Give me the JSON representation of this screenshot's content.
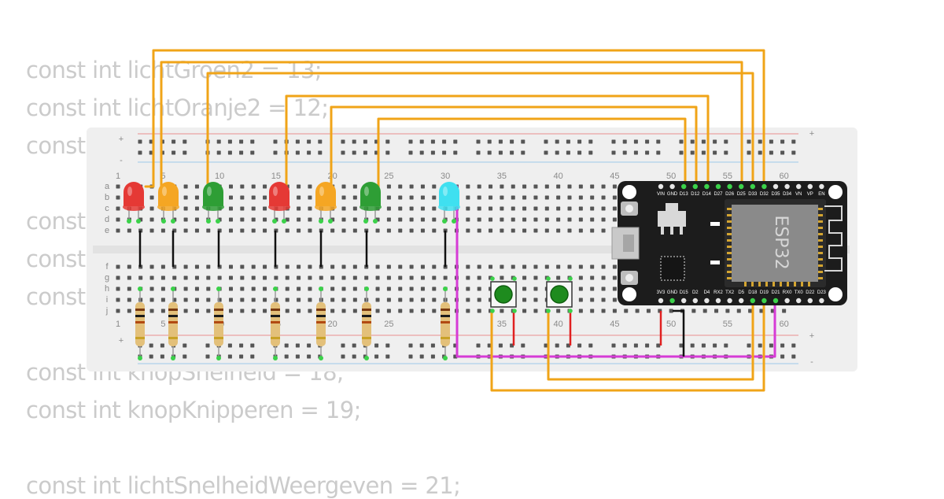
{
  "code_lines": [
    "const int lichtGroen2 = 13;",
    "const int lichtOranje2 = 12;",
    "const",
    "",
    "const",
    "const",
    "const",
    "",
    "const int knopSnelheid = 18;",
    "const int knopKnipperen = 19;",
    "",
    "const int lichtSnelheidWeergeven = 21;"
  ],
  "breadboard": {
    "plus_label": "+",
    "minus_label": "-",
    "row_labels": [
      "a",
      "b",
      "c",
      "d",
      "e",
      "f",
      "g",
      "h",
      "i",
      "j"
    ],
    "column_numbers": [
      "1",
      "5",
      "10",
      "15",
      "20",
      "25",
      "30",
      "35",
      "40",
      "45",
      "50",
      "55",
      "60"
    ]
  },
  "components": {
    "leds": [
      {
        "name": "red",
        "color": "#e53935"
      },
      {
        "name": "orange",
        "color": "#f5a623"
      },
      {
        "name": "green",
        "color": "#2e9e35"
      },
      {
        "name": "red",
        "color": "#e53935"
      },
      {
        "name": "orange",
        "color": "#f5a623"
      },
      {
        "name": "green",
        "color": "#2e9e35"
      },
      {
        "name": "cyan",
        "color": "#3fe0f0"
      }
    ],
    "buttons": [
      "button-1",
      "button-2"
    ],
    "esp32": {
      "chip_label": "ESP32",
      "top_pins": [
        "VIN",
        "GND",
        "D13",
        "D12",
        "D14",
        "D27",
        "D26",
        "D25",
        "D33",
        "D32",
        "D35",
        "D34",
        "VN",
        "VP",
        "EN"
      ],
      "bottom_pins": [
        "3V3",
        "GND",
        "D15",
        "D2",
        "D4",
        "RX2",
        "TX2",
        "D5",
        "D18",
        "D19",
        "D21",
        "RX0",
        "TX0",
        "D22",
        "D23"
      ]
    }
  },
  "colors": {
    "wire_orange": "#f0a418",
    "wire_magenta": "#d63bd6",
    "wire_black": "#111111",
    "wire_red": "#e02020",
    "breadboard": "#efefef",
    "esp_board": "#1c1c1c"
  }
}
